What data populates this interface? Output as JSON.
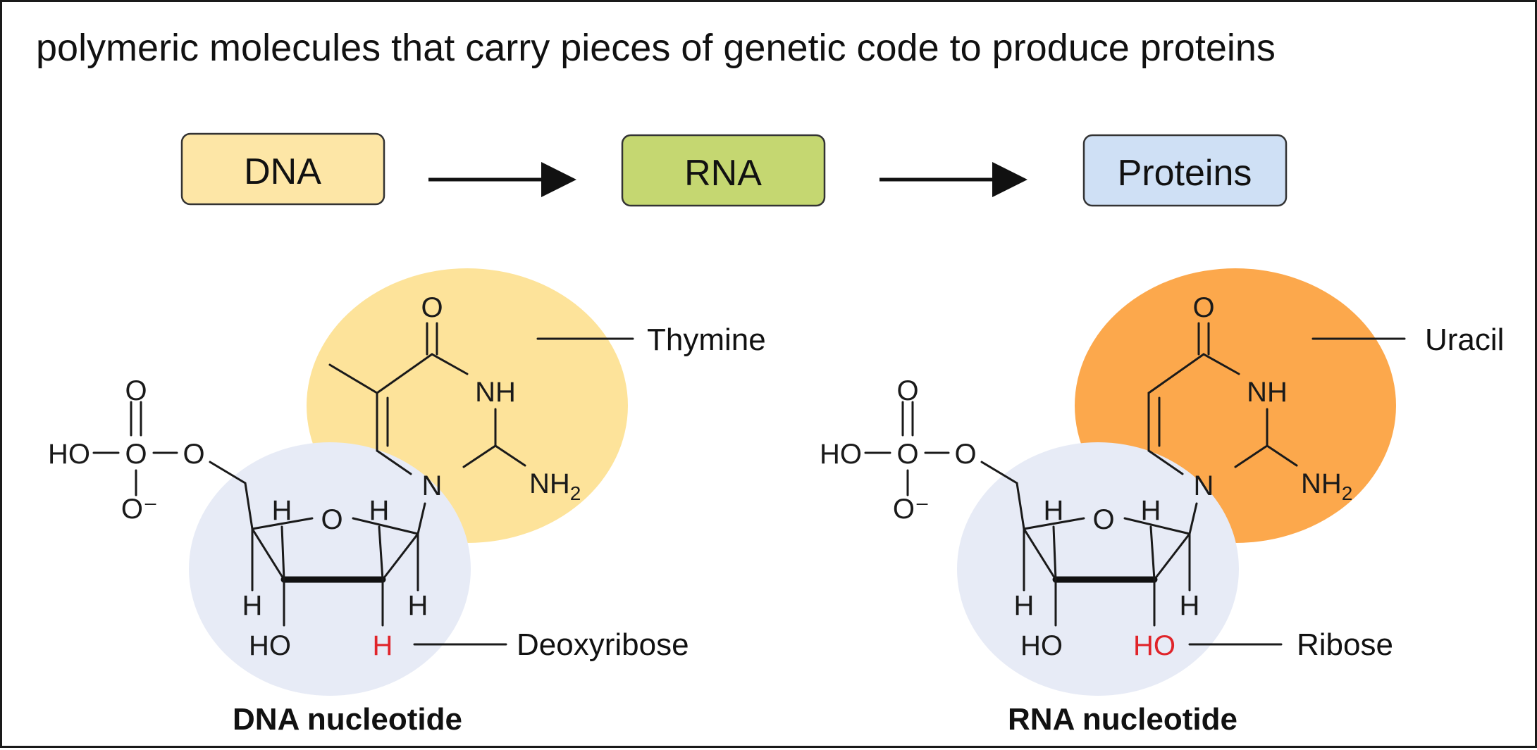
{
  "title": "polymeric molecules that carry pieces of genetic code to produce proteins",
  "flow": {
    "dna": {
      "label": "DNA",
      "color": "#fde6a6"
    },
    "rna": {
      "label": "RNA",
      "color": "#c5d771"
    },
    "proteins": {
      "label": "Proteins",
      "color": "#cfe0f5"
    }
  },
  "colors": {
    "thymine_blob": "#fde39a",
    "uracil_blob": "#fca84c",
    "sugar_blob": "#e7ebf6",
    "highlight": "#e0242a"
  },
  "dna_nucleotide": {
    "caption": "DNA nucleotide",
    "base_label": "Thymine",
    "sugar_label": "Deoxyribose",
    "c2_group": "H"
  },
  "rna_nucleotide": {
    "caption": "RNA nucleotide",
    "base_label": "Uracil",
    "sugar_label": "Ribose",
    "c2_group": "HO"
  },
  "atoms": {
    "o": "O",
    "o_minus": "O⁻",
    "ho": "HO",
    "h": "H",
    "nh": "NH",
    "n": "N",
    "nh2_main": "NH",
    "nh2_sub": "2"
  }
}
